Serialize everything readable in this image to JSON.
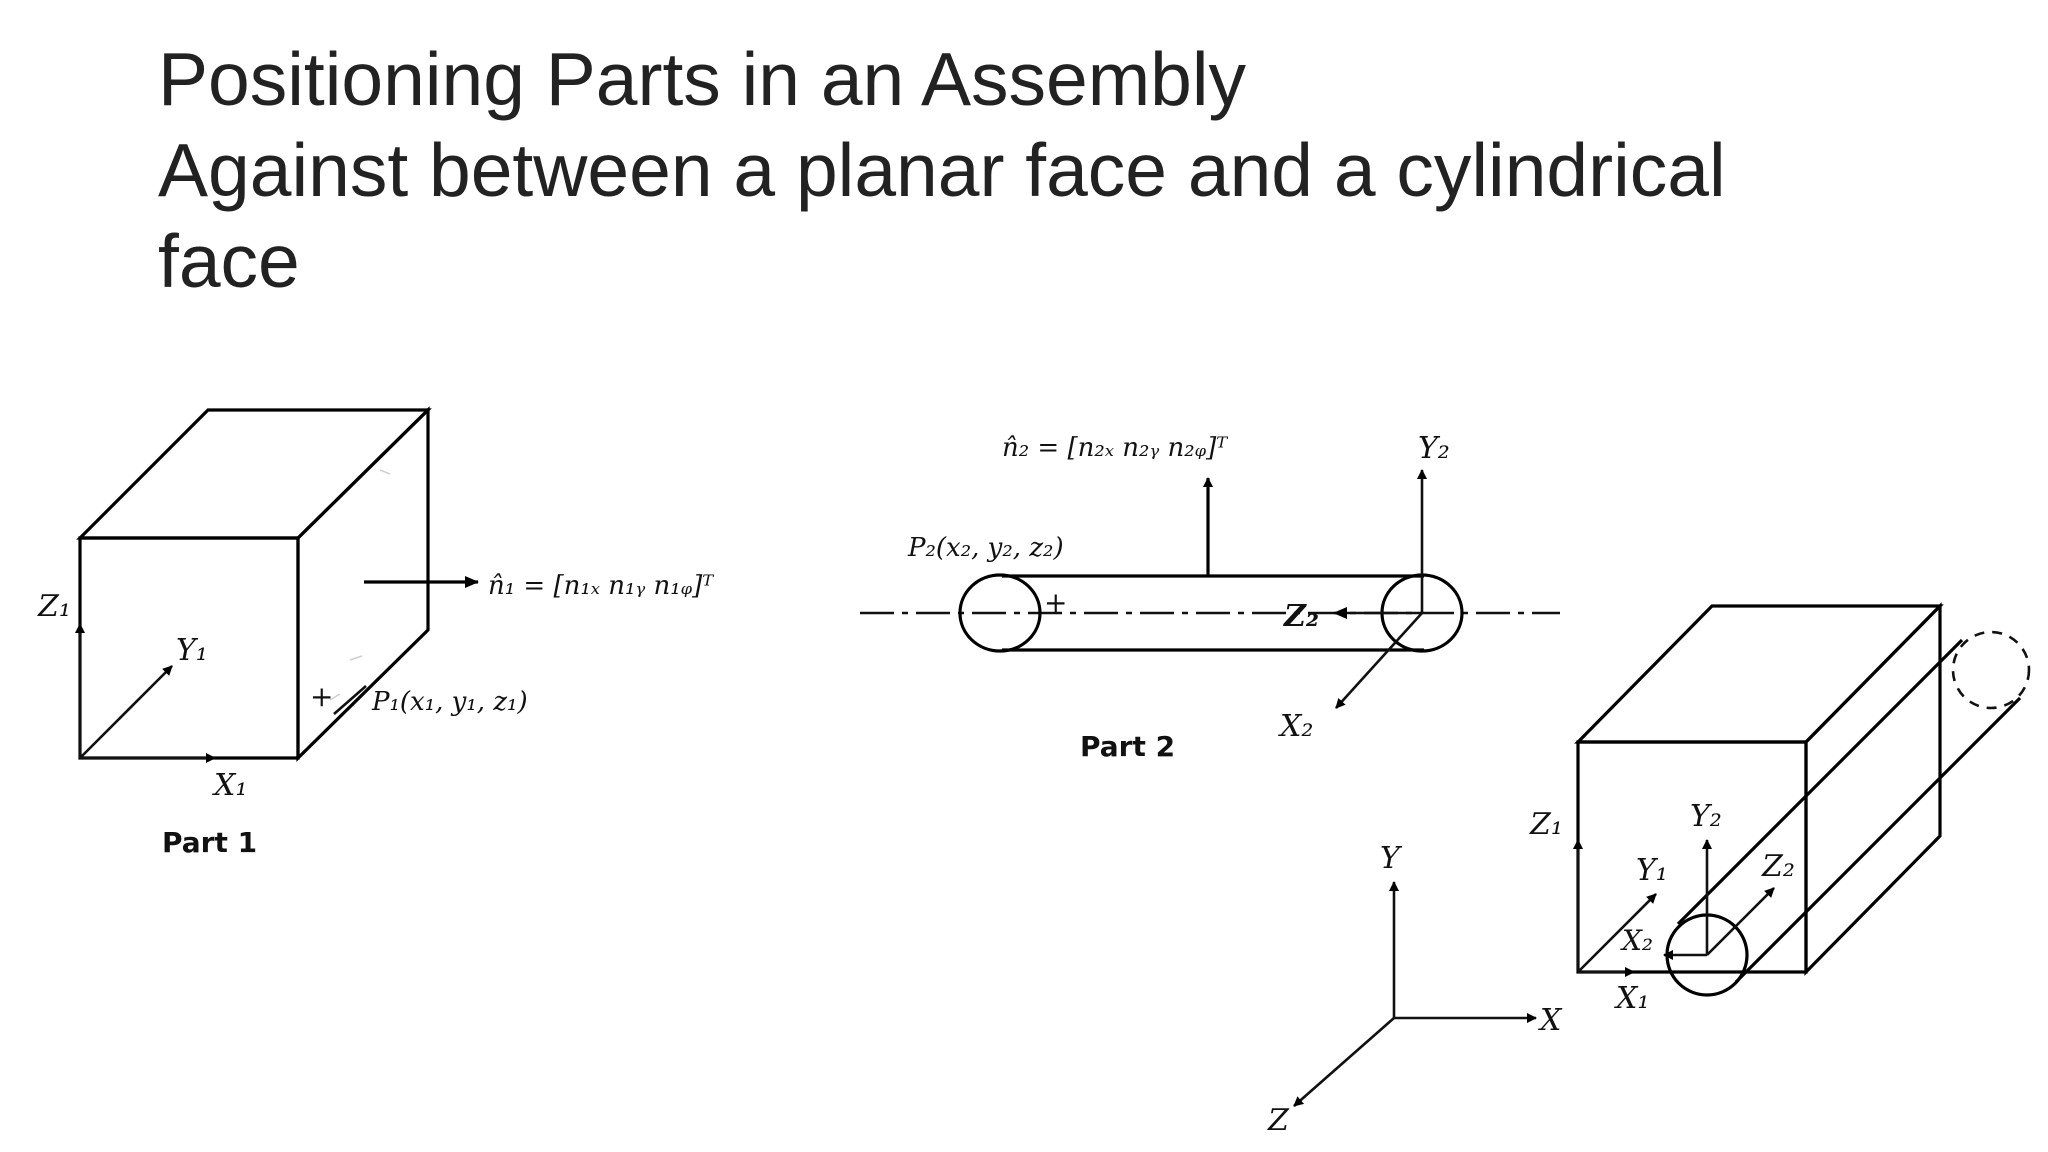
{
  "title": {
    "line1": "Positioning Parts in an Assembly",
    "line2": "Against between a planar face and a cylindrical",
    "line3": "face"
  },
  "figure": {
    "part1": {
      "caption": "Part 1",
      "axis_z": "Z₁",
      "axis_y": "Y₁",
      "axis_x": "X₁",
      "normal_eq": "n̂₁ = [n₁ₓ  n₁ᵧ  n₁ᵩ]ᵀ",
      "point": "P₁(x₁, y₁, z₁)",
      "plus": "+"
    },
    "part2": {
      "caption": "Part 2",
      "normal_eq": "n̂₂ = [n₂ₓ  n₂ᵧ  n₂ᵩ]ᵀ",
      "axis_y": "Y₂",
      "axis_z": "Z₂",
      "axis_x": "X₂",
      "point": "P₂(x₂, y₂, z₂)",
      "plus": "+"
    },
    "global": {
      "axis_y": "Y",
      "axis_x": "X",
      "axis_z": "Z"
    },
    "assembly": {
      "z1": "Z₁",
      "y1": "Y₁",
      "x1": "X₁",
      "y2": "Y₂",
      "z2": "Z₂",
      "x2": "X₂"
    }
  }
}
